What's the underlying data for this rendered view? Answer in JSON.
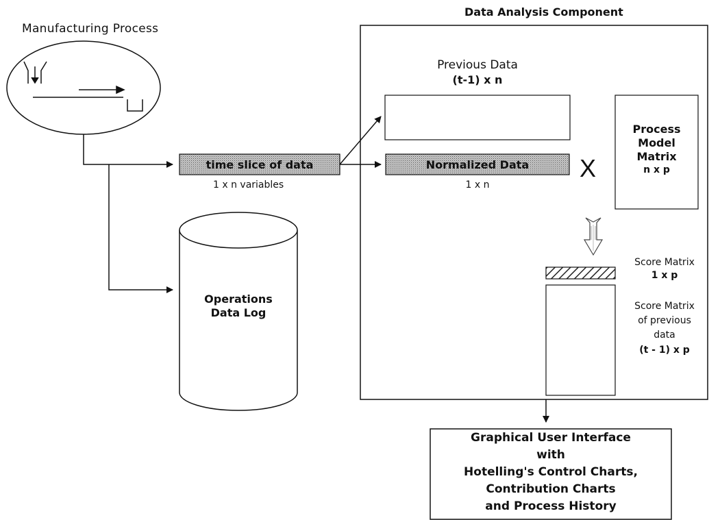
{
  "manufacturing": {
    "title": "Manufacturing Process"
  },
  "slice": {
    "label": "time slice of data",
    "dims": "1 x n variables"
  },
  "data_log": {
    "line1": "Operations",
    "line2": "Data Log"
  },
  "analysis": {
    "title": "Data Analysis Component",
    "previous_data": {
      "title": "Previous Data",
      "dims": "(t-1) x n"
    },
    "normalized": {
      "label": "Normalized Data",
      "dims": "1 x n"
    },
    "multiply_symbol": "X",
    "model": {
      "line1": "Process",
      "line2": "Model",
      "line3": "Matrix",
      "dims": "n x p"
    },
    "score": {
      "title": "Score Matrix",
      "dims": "1 x p"
    },
    "score_prev": {
      "line1": "Score Matrix",
      "line2": "of previous",
      "line3": "data",
      "dims": "(t - 1) x p"
    }
  },
  "gui": {
    "line1": "Graphical User Interface",
    "line2": "with",
    "line3": "Hotelling's Control Charts,",
    "line4": "Contribution Charts",
    "line5": "and Process History"
  }
}
